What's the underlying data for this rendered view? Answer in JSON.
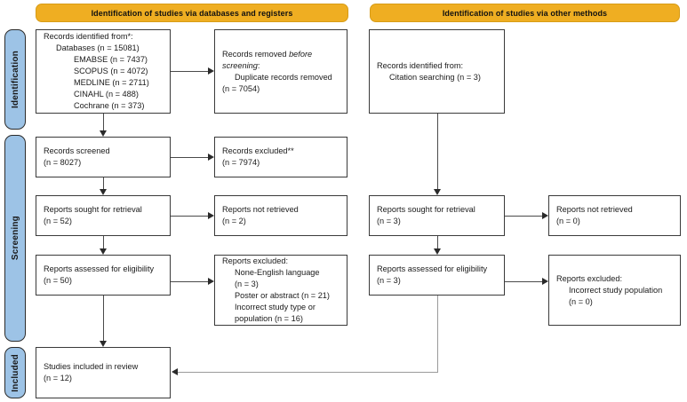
{
  "columns": {
    "left_header": "Identification of studies via databases and registers",
    "right_header": "Identification of studies via other methods"
  },
  "phases": {
    "identification": "Identification",
    "screening": "Screening",
    "included": "Included"
  },
  "colors": {
    "header_bar": "#EFAE22",
    "phase_pill": "#9DC3E6",
    "box_border": "#3a3a3a",
    "connector": "#4a4a4a"
  },
  "boxes": {
    "records_identified": {
      "l1": "Records identified from*:",
      "l2": "Databases (n = 15081)",
      "l3": "EMABSE (n = 7437)",
      "l4": "SCOPUS (n = 4072)",
      "l5": "MEDLINE (n = 2711)",
      "l6": "CINAHL (n = 488)",
      "l7": "Cochrane (n = 373)"
    },
    "records_removed": {
      "l1": "Records removed ",
      "l1_italic": "before",
      "l2_italic": "screening",
      "l2_tail": ":",
      "l3": "Duplicate records removed",
      "l4": "(n = 7054)"
    },
    "records_screened": {
      "l1": "Records screened",
      "l2": "(n = 8027)"
    },
    "records_excluded": {
      "l1": "Records excluded**",
      "l2": "(n = 7974)"
    },
    "reports_sought_left": {
      "l1": "Reports sought for retrieval",
      "l2": "(n = 52)"
    },
    "reports_not_retrieved_left": {
      "l1": "Reports not retrieved",
      "l2": "(n = 2)"
    },
    "reports_assessed_left": {
      "l1": "Reports assessed for eligibility",
      "l2": "(n = 50)"
    },
    "reports_excluded_left": {
      "l1": "Reports excluded:",
      "l2": "None-English language",
      "l3": "(n = 3)",
      "l4": "Poster or abstract (n = 21)",
      "l5": "Incorrect study type or",
      "l6": "population (n = 16)"
    },
    "studies_included": {
      "l1": "Studies included in review",
      "l2": "(n = 12)"
    },
    "records_identified_other": {
      "l1": "Records identified from:",
      "l2": "Citation searching (n = 3)"
    },
    "reports_sought_right": {
      "l1": "Reports sought for retrieval",
      "l2": "(n = 3)"
    },
    "reports_not_retrieved_right": {
      "l1": "Reports not retrieved",
      "l2": "(n = 0)"
    },
    "reports_assessed_right": {
      "l1": "Reports assessed for eligibility",
      "l2": "(n = 3)"
    },
    "reports_excluded_right": {
      "l1": "Reports excluded:",
      "l2": "Incorrect study population",
      "l3": "(n = 0)"
    }
  }
}
